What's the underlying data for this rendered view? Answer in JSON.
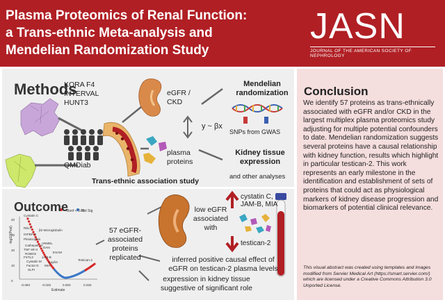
{
  "header": {
    "title_line1": "Plasma Proteomics of Renal Function:",
    "title_line2": "a Trans-ethnic Meta-analysis and",
    "title_line3": "Mendelian Randomization Study",
    "journal": "JASN",
    "journal_sub": "JOURNAL OF THE AMERICAN SOCIETY OF NEPHROLOGY",
    "brand_color": "#b01f24"
  },
  "methods": {
    "heading": "Methods",
    "cohorts": [
      "KORA F4",
      "INTERVAL",
      "HUNT3"
    ],
    "cohort_qmdiab": "QMDiab",
    "egfr": [
      "eGFR /",
      "CKD"
    ],
    "model": "y ~ βx",
    "plasma": [
      "plasma",
      "proteins"
    ],
    "mr_title": [
      "Mendelian",
      "randomization"
    ],
    "snps": "SNPs from GWAS",
    "tissue_title": [
      "Kidney tissue",
      "expression"
    ],
    "other": "and other analyses",
    "study": "Trans-ethnic association study"
  },
  "outcome": {
    "heading": "Outcome",
    "proteins_text": [
      "57 eGFR-",
      "associated",
      "proteins",
      "replicated"
    ],
    "low_egfr": [
      "low eGFR",
      "associated",
      "with"
    ],
    "up_proteins": [
      "cystatin C,",
      "JAM-B, MIA"
    ],
    "down_protein": "testican-2",
    "causal": [
      "inferred positive causal effect of",
      "eGFR on testican-2 plasma levels"
    ],
    "tissue": [
      "expression in kidney tissue",
      "suggestive of significant role"
    ],
    "volcano": {
      "legend_sig": "Bonf < 0.05",
      "legend_ns": "Not Sig",
      "ylabel": "-log10(Pval)",
      "xlabel": "Estimate",
      "yticks": [
        "40",
        "30",
        "20",
        "10",
        "0"
      ],
      "xticks": [
        "-0.050",
        "-0.025",
        "0.000",
        "0.025"
      ],
      "labels": [
        "Cystatin C",
        "RELT",
        "β2-Microglobulin",
        "IGFBP-6",
        "Pleiotrophin",
        "ARMEL",
        "Cathepsin H",
        "DAN",
        "TNF sR-II",
        "ROBO2",
        "ESAM",
        "FSTL3",
        "JAM-B",
        "Cystatin M",
        "Layilin",
        "Factor D",
        "MIA",
        "SLPI",
        "Testican-2"
      ],
      "colors": {
        "sig": "#d62728",
        "ns": "#3a78c8"
      }
    }
  },
  "conclusion": {
    "heading": "Conclusion",
    "body": "We identify 57 proteins as trans-ethnically associated with eGFR and/or CKD in the largest multiplex plasma proteomics study adjusting for multiple potential confounders to date. Mendelian randomization suggests several proteins have a causal relationship with kidney function, results which highlight in particular testican-2. This work represents an early milestone in the identification and establishment of sets of proteins that could act as physiological markers of kidney disease progression and biomarkers of potential clinical relevance.",
    "note": "This visual abstract was created using templates and images modified from Servier Medical Art (https://smart.servier.com/) which are licensed under a Creative Commons Attribution 3.0 Unported License."
  }
}
